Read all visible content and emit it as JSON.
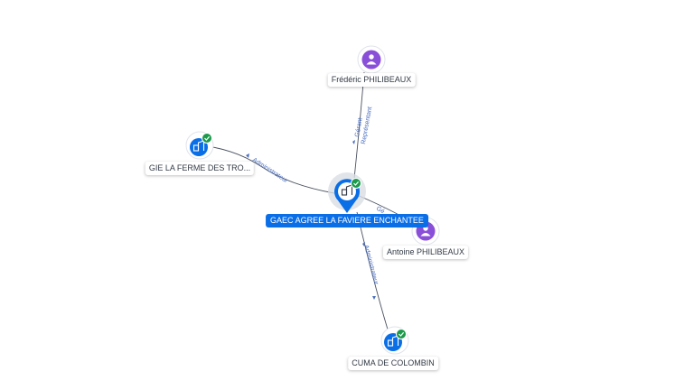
{
  "graph": {
    "center": {
      "label": "GAEC AGREE LA FAVIERE ENCHANTEE",
      "icon": "building-icon",
      "status": "verified"
    },
    "nodes": [
      {
        "id": "frederic",
        "label": "Frédéric PHILIBEAUX",
        "icon": "person-icon",
        "kind": "person"
      },
      {
        "id": "gie",
        "label": "GIE LA FERME DES TRO...",
        "icon": "building-icon",
        "kind": "company",
        "status": "verified"
      },
      {
        "id": "antoine",
        "label": "Antoine PHILIBEAUX",
        "icon": "person-icon",
        "kind": "person"
      },
      {
        "id": "cuma",
        "label": "CUMA DE COLOMBIN",
        "icon": "building-icon",
        "kind": "company",
        "status": "verified"
      }
    ],
    "edges": [
      {
        "to": "frederic",
        "labels": [
          "Gérant",
          "Représentant"
        ]
      },
      {
        "to": "gie",
        "labels": [
          "Administrateur"
        ]
      },
      {
        "to": "antoine",
        "labels": [
          "Gé"
        ]
      },
      {
        "to": "cuma",
        "labels": [
          "Administrateur"
        ]
      }
    ],
    "colors": {
      "company": "#0a6ee6",
      "person": "#8a4fd8",
      "verified": "#1a9a4a",
      "edge": "#4a5160",
      "edge_label": "#4a6ec0"
    }
  }
}
